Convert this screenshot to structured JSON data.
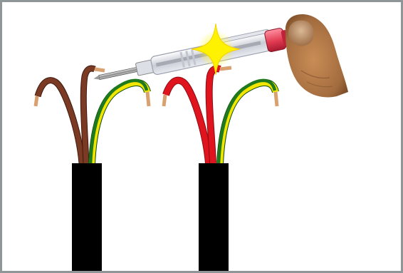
{
  "scene": {
    "subject": "voltage-tester-screwdriver-testing-mains-cable-wires",
    "icons": [
      "voltage-tester-screwdriver-icon",
      "spark-icon",
      "finger-icon",
      "mains-cable-icon"
    ]
  },
  "colors": {
    "frame_border": "#8f9697",
    "background": "#ffffff",
    "cable_sheath": "#000000",
    "wire_brown": "#7a3a24",
    "wire_red": "#e0141e",
    "wire_earth_green": "#1f7a1f",
    "wire_earth_yellow": "#f2e600",
    "copper": "#d9a070",
    "tester_handle_red": "#e23b52",
    "spark": "#fff200",
    "skin": "#b07a4a"
  },
  "cables": [
    {
      "name": "left-cable",
      "wires": [
        "live-brown",
        "neutral-brown",
        "earth-green-yellow"
      ],
      "tested_wire": "neutral-brown",
      "lamp_lit": false
    },
    {
      "name": "right-cable",
      "wires": [
        "live-red",
        "neutral-red",
        "earth-green-yellow"
      ],
      "tested_wire": "neutral-red",
      "lamp_lit": true
    }
  ]
}
